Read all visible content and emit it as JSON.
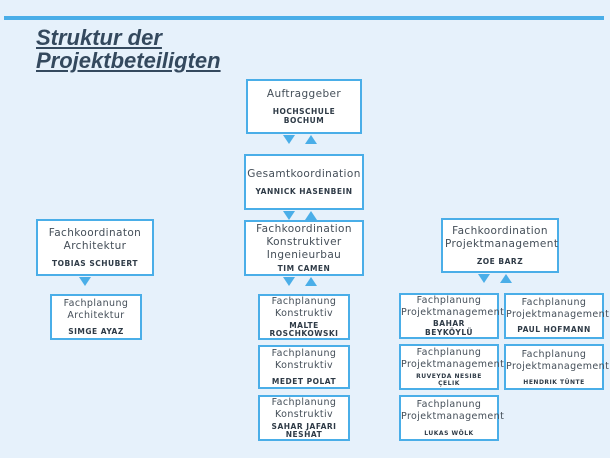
{
  "title": {
    "line1": "Struktur der",
    "line2": "Projektbeteiligten"
  },
  "nodes": {
    "auftraggeber": {
      "role": "Auftraggeber",
      "name": "HOCHSCHULE BOCHUM"
    },
    "gesamtkoordination": {
      "role": "Gesamtkoordination",
      "name": "YANNICK HASENBEIN"
    },
    "fk_architektur": {
      "role": "Fachkoordinaton Architektur",
      "name": "TOBIAS SCHUBERT"
    },
    "fk_konstruktiv": {
      "role": "Fachkoordination Konstruktiver Ingenieurbau",
      "name": "TIM CAMEN"
    },
    "fk_projektmanagement": {
      "role": "Fachkoordination Projektmanagement",
      "name": "ZOE BARZ"
    },
    "fp_architektur": {
      "role": "Fachplanung Architektur",
      "name": "SIMGE AYAZ"
    },
    "fp_konstruktiv_1": {
      "role": "Fachplanung Konstruktiv",
      "name": "MALTE ROSCHKOWSKI"
    },
    "fp_konstruktiv_2": {
      "role": "Fachplanung Konstruktiv",
      "name": "MEDET POLAT"
    },
    "fp_konstruktiv_3": {
      "role": "Fachplanung Konstruktiv",
      "name": "SAHAR JAFARI NESHAT"
    },
    "fp_pm_1": {
      "role": "Fachplanung Projektmanagement",
      "name": "BAHAR BEYKÖYLÜ"
    },
    "fp_pm_2": {
      "role": "Fachplanung Projektmanagement",
      "name": "PAUL HOFMANN"
    },
    "fp_pm_3": {
      "role": "Fachplanung Projektmanagement",
      "name": "RUVEYDA NESIBE ÇELIK"
    },
    "fp_pm_4": {
      "role": "Fachplanung Projektmanagement",
      "name": "HENDRIK TÜNTE"
    },
    "fp_pm_5": {
      "role": "Fachplanung Projektmanagement",
      "name": "LUKAS WÖLK"
    }
  },
  "colors": {
    "accent": "#4aaee8",
    "background": "#e6f1fb",
    "text": "#3d4a57"
  }
}
